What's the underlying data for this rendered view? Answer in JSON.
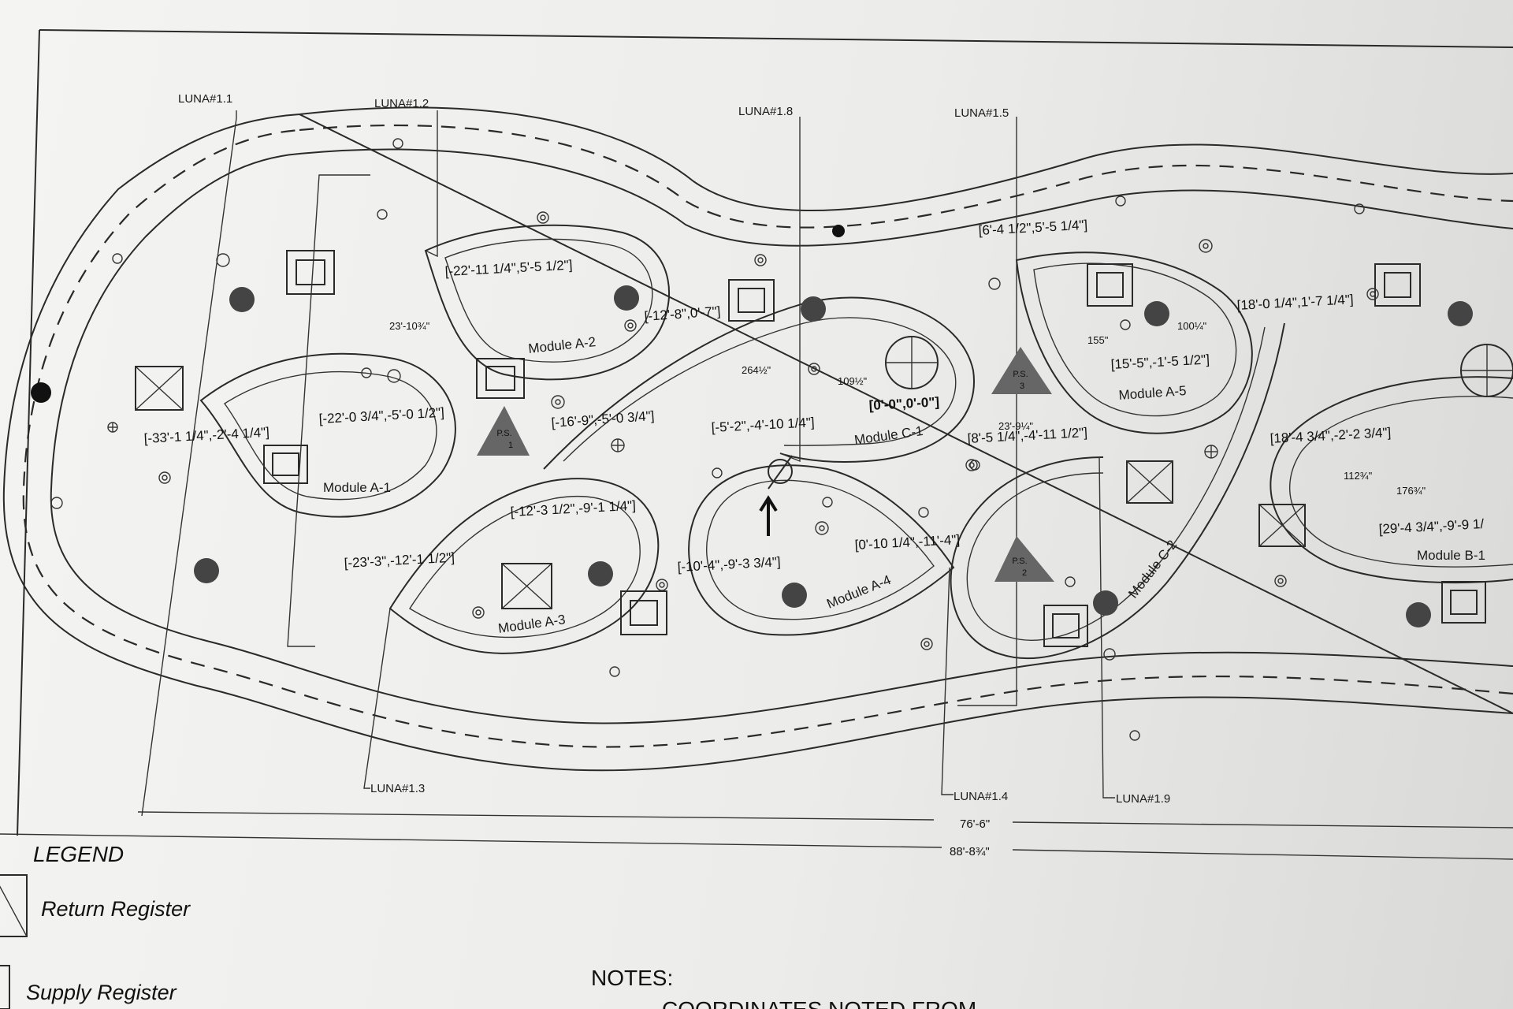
{
  "luna": [
    "LUNA#1.1",
    "LUNA#1.2",
    "LUNA#1.8",
    "LUNA#1.5",
    "LUNA#1.3",
    "LUNA#1.4",
    "LUNA#1.9"
  ],
  "modules": [
    "Module A-1",
    "Module A-2",
    "Module A-3",
    "Module A-4",
    "Module A-5",
    "Module C-1",
    "Module C-2",
    "Module B-1"
  ],
  "coordinates": [
    "[-22'-11 1/4\",5'-5 1/2\"]",
    "[-12'-8\",0'-7\"]",
    "[-22'-0 3/4\",-5'-0 1/2\"]",
    "[-33'-1 1/4\",-2'-4 1/4\"]",
    "[-16'-9\",-5'-0 3/4\"]",
    "[-5'-2\",-4'-10 1/4\"]",
    "[0'-0\",0'-0\"]",
    "[6'-4 1/2\",5'-5 1/4\"]",
    "[18'-0 1/4\",1'-7 1/4\"]",
    "[15'-5\",-1'-5 1/2\"]",
    "[8'-5 1/4\",-4'-11 1/2\"]",
    "[18'-4 3/4\",-2'-2 3/4\"]",
    "[-12'-3 1/2\",-9'-1 1/4\"]",
    "[-23'-3\",-12'-1 1/2\"]",
    "[-10'-4\",-9'-3 3/4\"]",
    "[0'-10 1/4\",-11'-4\"]",
    "[29'-4 3/4\",-9'-9 1/"
  ],
  "dimensions": [
    "23'-10¾\"",
    "264½\"",
    "109½\"",
    "155\"",
    "100¼\"",
    "23'-9¼\"",
    "112¾\"",
    "176¾\"",
    "76'-6\"",
    "88'-8¾\""
  ],
  "pump_stations": [
    {
      "label": "P.S.",
      "num": "1"
    },
    {
      "label": "P.S.",
      "num": "3"
    },
    {
      "label": "P.S.",
      "num": "2"
    }
  ],
  "legend": {
    "title": "LEGEND",
    "return": "Return Register",
    "supply": "Supply Register"
  },
  "notes": {
    "title": "NOTES:",
    "line1": "COORDINATES NOTED FROM"
  }
}
